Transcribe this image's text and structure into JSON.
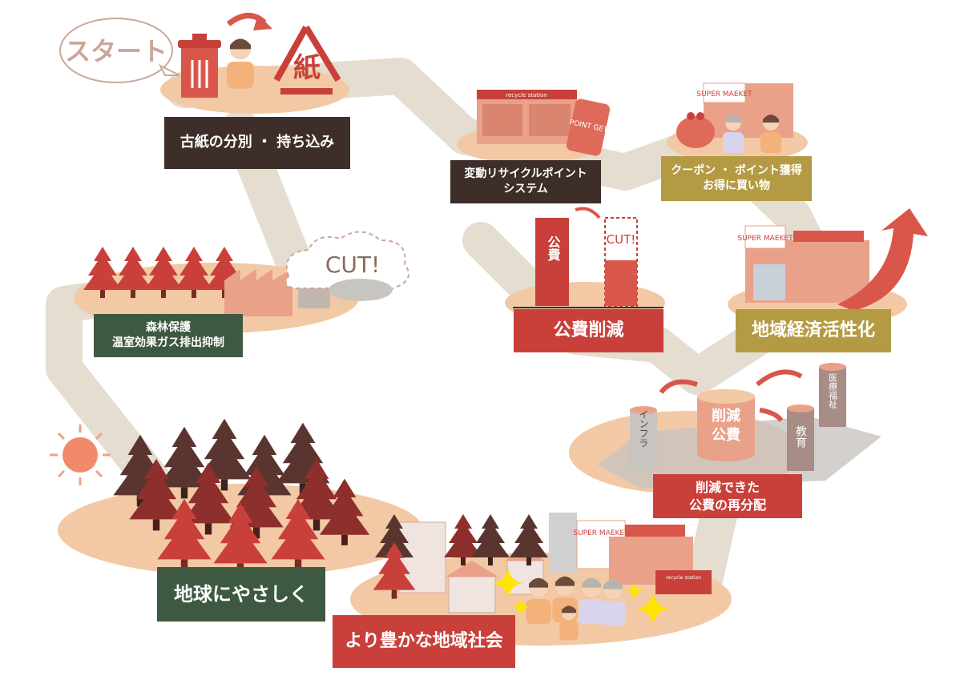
{
  "start_bubble": "スタート",
  "recycle_mark_text": "紙",
  "cut_cloud_text": "CUT!",
  "cut_bar_text": "CUT!",
  "public_bar_text": "公費",
  "station_sign": "recycle station",
  "phone_text": "POINT GET!",
  "supermarket_sign_small": "SUPER MAEKET",
  "supermarket_sign_large": "SUPER MAEKET",
  "supermarket_sign_bottom": "SUPER MAEKET",
  "shop_sign_bottom": "recycle station",
  "cylinder_center": "削減\n公費",
  "cylinder_infra": "インフラ",
  "cylinder_education": "教育",
  "cylinder_medical": "医療福祉",
  "steps": {
    "sort": "古紙の分別 ・ 持ち込み",
    "points": "変動リサイクルポイント\nシステム",
    "coupon": "クーポン ・ ポイント獲得\nお得に買い物",
    "forest": "森林保護\n温室効果ガス排出抑制",
    "cut_public": "公費削減",
    "economy": "地域経済活性化",
    "redistribute": "削減できた\n公費の再分配",
    "earth": "地球にやさしく",
    "society": "より豊かな地域社会"
  },
  "colors": {
    "road": "#e4ddd0",
    "platform": "#f2c9a4",
    "dark_label": "#3d2e2a",
    "red_label": "#c9403a",
    "gold_label": "#b49a43",
    "green_label": "#3e5942",
    "accent_red": "#d9574a",
    "building": "#e9a18a",
    "tree_dark": "#5a3530",
    "tree_red": "#c9403a"
  },
  "icons": [
    "trash-can-icon",
    "recycle-arrows-icon",
    "smartphone-icon",
    "coin-purse-icon",
    "up-arrow-icon",
    "sun-icon",
    "sparkle-icon",
    "factory-icon",
    "cloud-icon"
  ]
}
